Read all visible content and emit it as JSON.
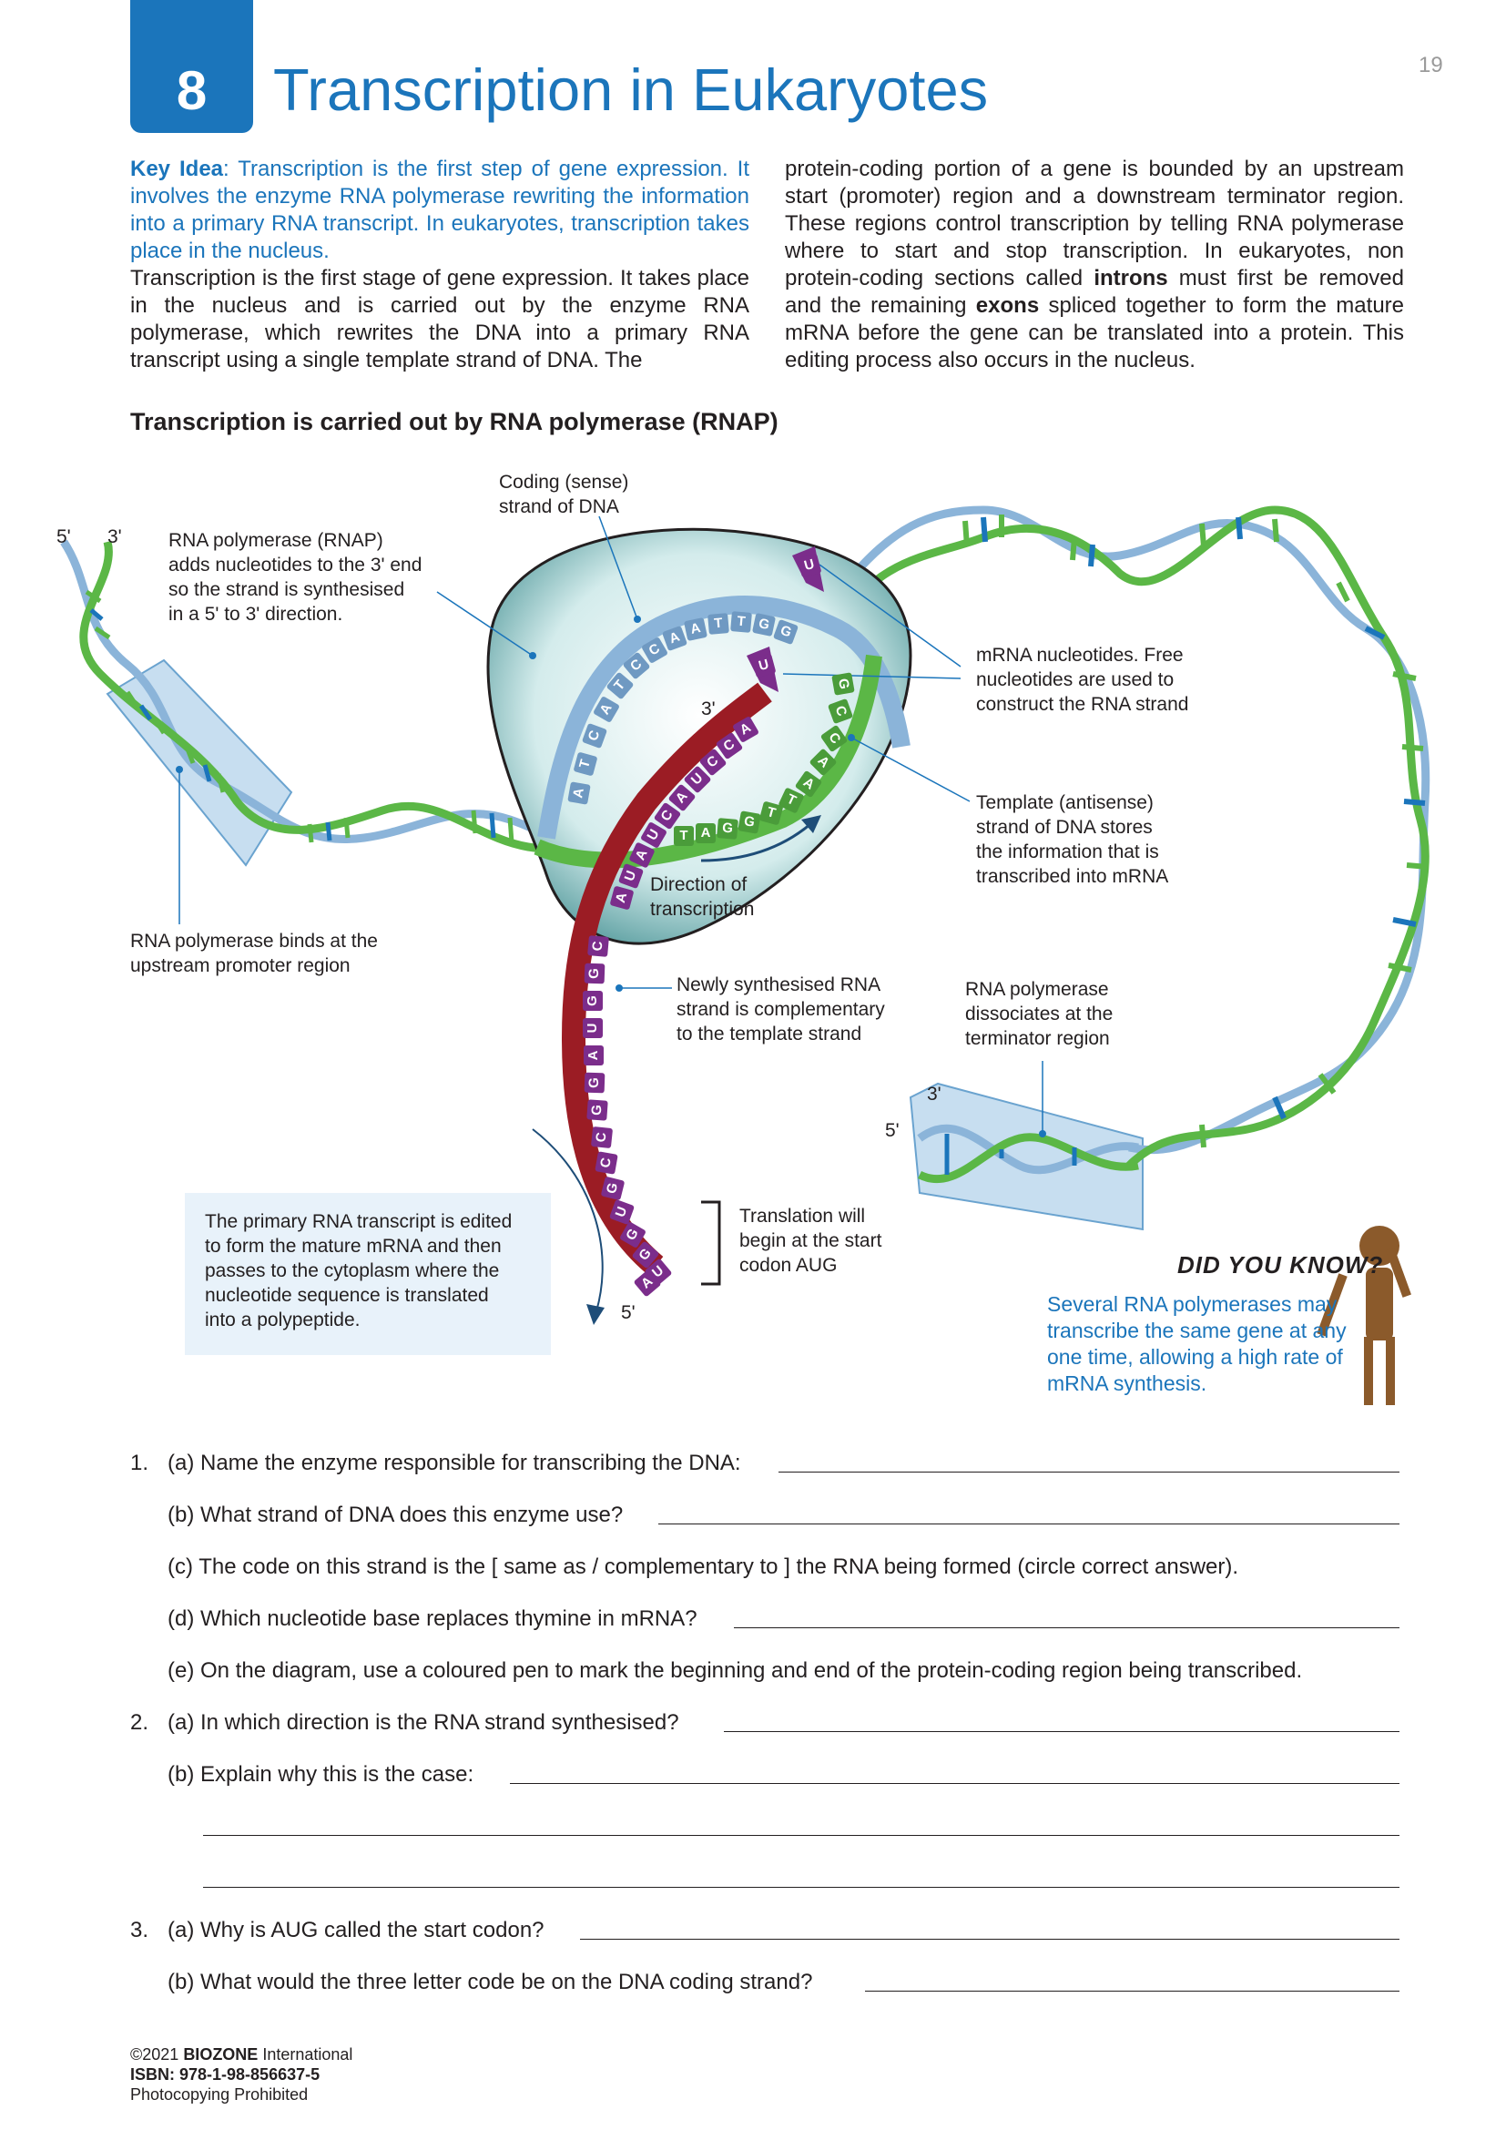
{
  "header": {
    "chapter_number": "8",
    "title": "Transcription in Eukaryotes",
    "page_number": "19"
  },
  "intro": {
    "key_label": "Key Idea",
    "key_text": ": Transcription is the first step of gene expression. It involves the enzyme RNA polymerase rewriting the information into a primary RNA transcript. In eukaryotes, transcription takes place in the nucleus.",
    "body_left": "Transcription is the first stage of gene expression. It takes place in the nucleus and is carried out by the enzyme RNA polymerase, which rewrites the DNA into a primary RNA transcript using a single template strand of DNA. The",
    "body_right_1": "protein-coding portion of a gene is bounded by an upstream start (promoter) region and a downstream terminator region. These regions control transcription by telling RNA polymerase where to start and stop transcription. In eukaryotes, non protein-coding sections called ",
    "introns": "introns",
    "body_right_2": " must first be removed and the remaining ",
    "exons": "exons",
    "body_right_3": " spliced together to form the mature mRNA before the gene can be translated into a protein. This editing process also occurs in the nucleus."
  },
  "diagram": {
    "heading": "Transcription is carried out by RNA polymerase (RNAP)",
    "end_5_top": "5'",
    "end_3_top": "3'",
    "end_3_inner": "3'",
    "end_3_right": "3'",
    "end_5_right": "5'",
    "end_5_bottom": "5'",
    "label_coding_1": "Coding (sense)",
    "label_coding_2": "strand of DNA",
    "label_rnap_1": "RNA polymerase (RNAP)",
    "label_rnap_2": "adds nucleotides to the 3' end",
    "label_rnap_3": "so the strand is synthesised",
    "label_rnap_4": "in a 5' to 3' direction.",
    "label_mrna_nuc_1": "mRNA nucleotides. Free",
    "label_mrna_nuc_2": "nucleotides are used to",
    "label_mrna_nuc_3": "construct the RNA strand",
    "label_template_1": "Template (antisense)",
    "label_template_2": "strand of DNA stores",
    "label_template_3": "the information that is",
    "label_template_4": "transcribed into mRNA",
    "label_direction_1": "Direction of",
    "label_direction_2": "transcription",
    "label_binds_1": "RNA polymerase binds at the",
    "label_binds_2": "upstream promoter region",
    "label_newly_1": "Newly synthesised RNA",
    "label_newly_2": "strand is complementary",
    "label_newly_3": "to the template strand",
    "label_dissoc_1": "RNA polymerase",
    "label_dissoc_2": "dissociates at the",
    "label_dissoc_3": "terminator region",
    "label_translation_1": "Translation will",
    "label_translation_2": "begin at the start",
    "label_translation_3": "codon AUG",
    "coding_seq": [
      "A",
      "T",
      "C",
      "A",
      "T",
      "C",
      "C",
      "A",
      "A",
      "T",
      "T",
      "G",
      "G"
    ],
    "template_seq": [
      "G",
      "C",
      "C",
      "A",
      "A",
      "T",
      "T",
      "G",
      "G",
      "A",
      "T"
    ],
    "rna_seq_inner": [
      "A",
      "C",
      "C",
      "U",
      "A",
      "C",
      "U",
      "A",
      "U",
      "A"
    ],
    "rna_seq_tail": [
      "C",
      "G",
      "G",
      "U",
      "A",
      "G",
      "G",
      "C",
      "C",
      "G",
      "U",
      "G",
      "G",
      "U",
      "A"
    ],
    "free_nucleotides": [
      "U",
      "U"
    ],
    "note": "The primary RNA transcript is edited to form the mature mRNA and then passes to the cytoplasm where the nucleotide sequence is translated into a polypeptide.",
    "did_you_know": "DID YOU KNOW?",
    "did_you_know_text": "Several RNA polymerases may transcribe the same gene at any one time, allowing a high rate of mRNA synthesis.",
    "colors": {
      "dna_green": "#5bb746",
      "dna_blue": "#8bb4d9",
      "rna_purple": "#7b2d8b",
      "rna_red": "#9b1c24",
      "rnap_teal": "#c9e6e6",
      "accent_blue": "#1b75bb"
    }
  },
  "questions": {
    "q1_num": "1.",
    "q1a": "(a) Name the enzyme responsible for transcribing the DNA:",
    "q1b": "(b) What strand of DNA does this enzyme use?",
    "q1c": "(c) The code on this strand is the [ same as / complementary to ] the RNA being formed (circle correct answer).",
    "q1d": "(d) Which nucleotide base replaces thymine in mRNA?",
    "q1e": "(e) On the diagram, use a coloured pen to mark the beginning and end of the protein-coding region being transcribed.",
    "q2_num": "2.",
    "q2a": "(a)  In which direction is the RNA strand synthesised?",
    "q2b": "(b)  Explain why this is the case:",
    "q3_num": "3.",
    "q3a": "(a) Why is AUG called the start codon?",
    "q3b": "(b) What would the three letter code be on the DNA coding strand?"
  },
  "footer": {
    "copyright": "©2021 ",
    "brand": "BIOZONE",
    "brand_suffix": " International",
    "isbn": "ISBN:  978-1-98-856637-5",
    "notice": "Photocopying Prohibited"
  }
}
